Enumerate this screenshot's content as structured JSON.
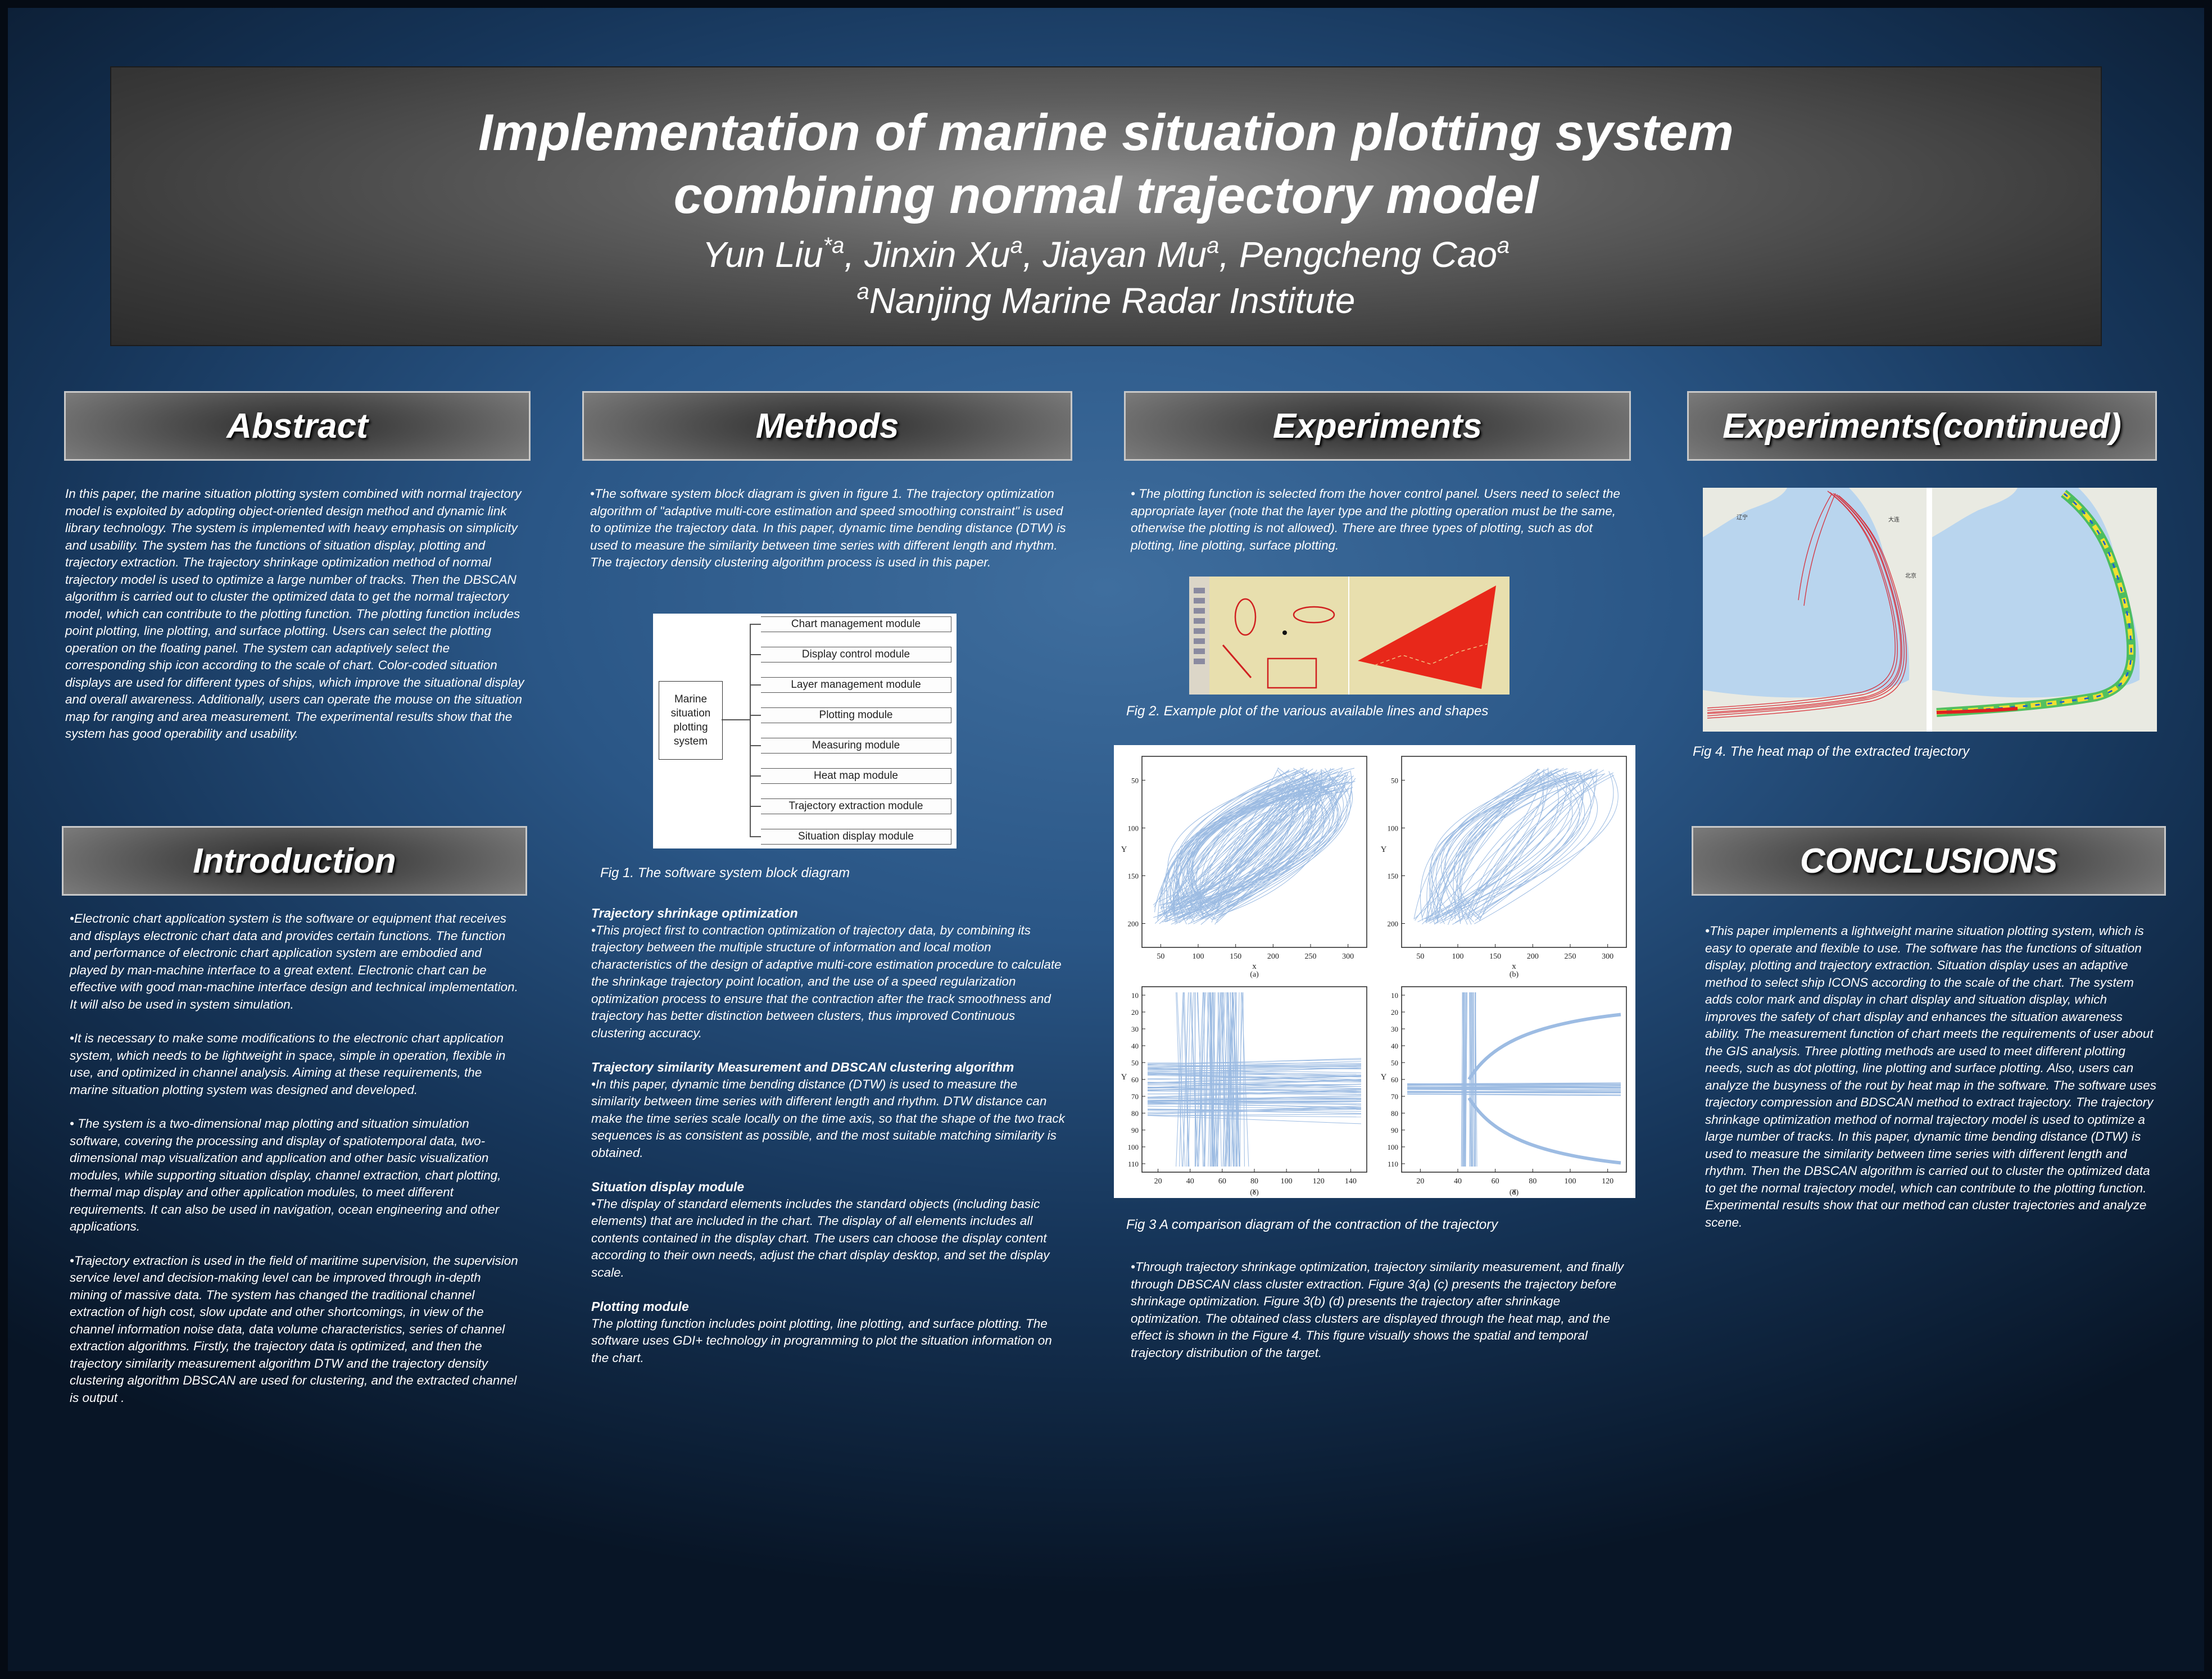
{
  "title": {
    "line1": "Implementation of marine situation plotting system",
    "line2": "combining normal trajectory model",
    "authors": [
      {
        "name": "Yun Liu",
        "sup": "*a",
        "sep": ", "
      },
      {
        "name": "Jinxin Xu",
        "sup": "a",
        "sep": ", "
      },
      {
        "name": "Jiayan Mu",
        "sup": "a",
        "sep": ", "
      },
      {
        "name": "Pengcheng Cao",
        "sup": "a",
        "sep": ""
      }
    ],
    "institution_sup": "a",
    "institution": "Nanjing Marine Radar Institute"
  },
  "headers": {
    "abstract": "Abstract",
    "methods": "Methods",
    "experiments": "Experiments",
    "experiments_continued": "Experiments(continued)",
    "introduction": "Introduction",
    "conclusions": "CONCLUSIONS"
  },
  "abstract": "In this paper, the marine situation plotting system combined with normal trajectory model is exploited by adopting object-oriented design method and dynamic link library technology. The system is implemented with heavy emphasis on simplicity and usability. The system has the functions of situation display, plotting and trajectory extraction. The trajectory shrinkage optimization method of normal trajectory model is used to optimize a large number of tracks. Then the DBSCAN algorithm is carried out to cluster the optimized data to get the normal trajectory model, which can contribute to the plotting function. The plotting function includes point plotting, line plotting, and surface plotting. Users can select the plotting operation on the floating panel. The system can adaptively select the corresponding ship icon according to the scale of chart. Color-coded situation displays are used for different types of ships, which improve the situational display and overall awareness. Additionally, users can operate the mouse on the situation map for ranging and area measurement. The experimental results show that the system has good operability and usability.",
  "introduction": [
    "•Electronic chart application system is the software or equipment that receives and displays electronic chart data and provides certain functions. The function and performance of electronic chart application system are embodied and played by man-machine interface to a great extent. Electronic chart can be effective with good man-machine interface design and technical implementation. It will also be used in system simulation.",
    "•It is necessary to make some modifications to the electronic chart application system, which needs to be lightweight in space, simple in operation, flexible in use, and optimized in channel analysis. Aiming at these requirements, the marine situation plotting system was designed and developed.",
    "• The system is a two-dimensional map plotting and situation simulation software, covering the processing and display of spatiotemporal data, two-dimensional map visualization and application and other basic visualization modules, while supporting situation display, channel extraction, chart plotting, thermal map display and other application modules, to meet different requirements. It can also be used in navigation, ocean engineering and other applications.",
    "•Trajectory extraction is used in the field of maritime supervision, the supervision service level and decision-making level can be improved through in-depth mining of massive data. The system has changed the traditional channel extraction of high cost, slow update and other shortcomings, in view of the channel information noise data, data volume characteristics, series of channel extraction algorithms. Firstly, the trajectory data is optimized, and then the trajectory similarity measurement algorithm DTW and the trajectory density clustering algorithm DBSCAN are used for clustering, and the extracted channel is output ."
  ],
  "methods": {
    "intro": "•The software system block diagram is given in figure 1. The trajectory optimization algorithm of \"adaptive multi-core estimation and speed smoothing constraint\" is used to optimize the trajectory data. In this paper, dynamic time bending distance (DTW) is used to measure the similarity between time series with different length and rhythm. The trajectory density clustering algorithm process is used in this paper.",
    "diagram_root": "Marine situation plotting system",
    "diagram_modules": [
      "Chart management module",
      "Display control module",
      "Layer management module",
      "Plotting module",
      "Measuring module",
      "Heat map module",
      "Trajectory extraction module",
      "Situation display module"
    ],
    "fig1_caption": "Fig 1. The software system block diagram",
    "sections": [
      {
        "title": "Trajectory shrinkage optimization",
        "body": "•This project first to contraction optimization of trajectory data, by combining its trajectory between the multiple structure of information and local motion characteristics of the design of adaptive multi-core estimation procedure to calculate the shrinkage trajectory point location, and the use of a speed regularization optimization process to ensure that the contraction after the track smoothness and trajectory has better distinction between clusters, thus improved Continuous clustering accuracy."
      },
      {
        "title": "Trajectory similarity Measurement and DBSCAN clustering algorithm",
        "body": "•In this paper, dynamic time bending distance (DTW) is used to measure the similarity between time series with different length and rhythm. DTW distance can make the time series scale locally on the time axis, so that the shape of the two track sequences is as consistent as possible, and the most suitable matching similarity is obtained."
      },
      {
        "title": "Situation display module",
        "body": "•The display of standard elements includes the standard objects (including basic elements) that are included in the chart. The display of all elements includes all contents contained in the display chart. The users can choose the display content according to their own needs, adjust the chart display desktop, and set the display scale."
      },
      {
        "title": "Plotting module",
        "body": " The plotting function includes point plotting, line plotting, and surface plotting. The software uses GDI+ technology in programming to plot the situation information on the chart."
      }
    ]
  },
  "experiments": {
    "intro": "• The plotting function is selected from the hover control panel. Users need to select the appropriate layer (note that the layer type and the plotting operation must be the same, otherwise the plotting is not allowed). There are three types of plotting, such as dot plotting, line plotting, surface plotting.",
    "fig2_caption": "Fig 2. Example plot of the various available lines and shapes",
    "fig3_caption": "Fig 3  A comparison diagram of the contraction of the trajectory",
    "fig3_panels": [
      {
        "label": "(a)",
        "xticks": [
          "50",
          "100",
          "150",
          "200",
          "250",
          "300"
        ],
        "yticks": [
          "50",
          "100",
          "150",
          "200"
        ],
        "xlabel": "x",
        "ylabel": "Y"
      },
      {
        "label": "(b)",
        "xticks": [
          "50",
          "100",
          "150",
          "200",
          "250",
          "300"
        ],
        "yticks": [
          "50",
          "100",
          "150",
          "200"
        ],
        "xlabel": "x",
        "ylabel": "Y"
      },
      {
        "label": "(c)",
        "xticks": [
          "20",
          "40",
          "60",
          "80",
          "100",
          "120",
          "140"
        ],
        "yticks": [
          "10",
          "20",
          "30",
          "40",
          "50",
          "60",
          "70",
          "80",
          "90",
          "100",
          "110"
        ],
        "xlabel": "x",
        "ylabel": "Y"
      },
      {
        "label": "(d)",
        "xticks": [
          "20",
          "40",
          "60",
          "80",
          "100",
          "120"
        ],
        "yticks": [
          "10",
          "20",
          "30",
          "40",
          "50",
          "60",
          "70",
          "80",
          "90",
          "100",
          "110"
        ],
        "xlabel": "x",
        "ylabel": "Y"
      }
    ],
    "body": "•Through trajectory shrinkage optimization, trajectory similarity measurement, and finally through DBSCAN class cluster extraction. Figure 3(a) (c) presents the trajectory before shrinkage optimization. Figure 3(b) (d) presents the trajectory after shrinkage optimization. The obtained class clusters are displayed through the heat map, and the effect is shown in the Figure 4. This figure visually shows the spatial and temporal trajectory distribution of the target."
  },
  "experiments_continued": {
    "fig4_caption": "Fig 4. The heat map of the extracted trajectory"
  },
  "conclusions": "•This paper implements a lightweight marine situation plotting system, which is easy to operate and flexible to use. The software has the functions of situation display, plotting and trajectory extraction. Situation display uses an adaptive method to select ship ICONS according to the scale of the chart. The system adds color mark and display in chart display and situation display, which improves the safety of chart display and enhances the situation awareness ability. The measurement function of chart meets the requirements of user about the GIS analysis. Three plotting methods are used to meet different plotting needs, such as dot plotting, line plotting and surface plotting. Also, users can analyze the busyness of the rout by heat map in the software. The software uses trajectory compression and BDSCAN method to extract trajectory. The trajectory shrinkage optimization method of normal trajectory model is used to optimize a large number of tracks. In this paper, dynamic time bending distance (DTW) is used to measure the similarity between time series with different length and rhythm. Then the DBSCAN algorithm is carried out to cluster the optimized data to get the normal trajectory model, which can contribute to the plotting function. Experimental results show that our method can cluster trajectories and analyze scene.",
  "colors": {
    "header_border": "#c8c8c8",
    "scatter_blue": "#5b8fd0",
    "fig2_red": "#e8281a",
    "track_red": "#d8202a"
  }
}
